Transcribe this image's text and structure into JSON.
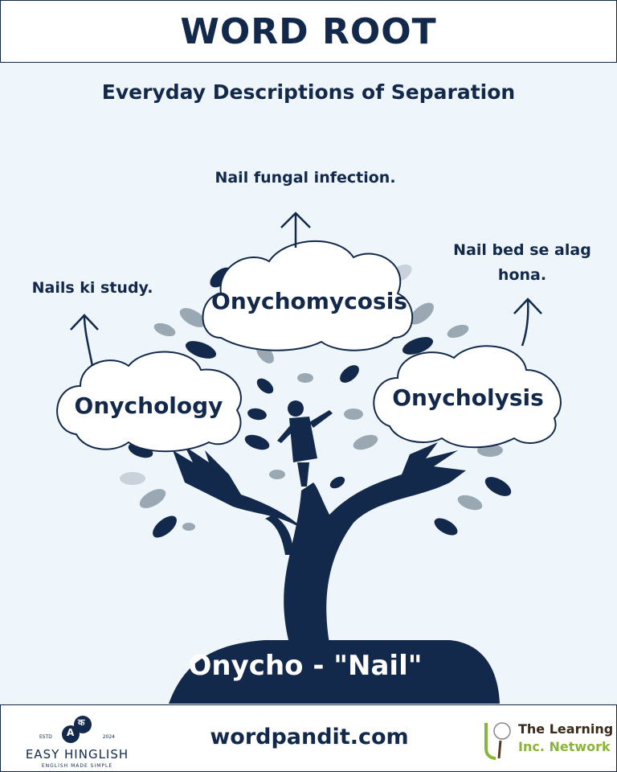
{
  "header": {
    "title": "WORD ROOT"
  },
  "subtitle": "Everyday Descriptions of Separation",
  "root": {
    "label": "Onycho - \"Nail\""
  },
  "branches": [
    {
      "word": "Onychology",
      "description": "Nails ki study."
    },
    {
      "word": "Onychomycosis",
      "description": "Nail fungal infection."
    },
    {
      "word": "Onycholysis",
      "description": "Nail bed se alag hona."
    }
  ],
  "footer": {
    "site": "wordpandit.com",
    "left_logo": {
      "name": "EASY HINGLISH",
      "tagline": "ENGLISH MADE SIMPLE",
      "estd": "ESTD",
      "year": "2024",
      "glyph_a": "A",
      "glyph_k": "क"
    },
    "right_logo": {
      "line1": "The Learning",
      "line2": "Inc. Network"
    }
  },
  "colors": {
    "navy": "#13294b",
    "background": "#eef6fb",
    "leaf_gray": "#9aa8b4",
    "green": "#8bb43a"
  }
}
